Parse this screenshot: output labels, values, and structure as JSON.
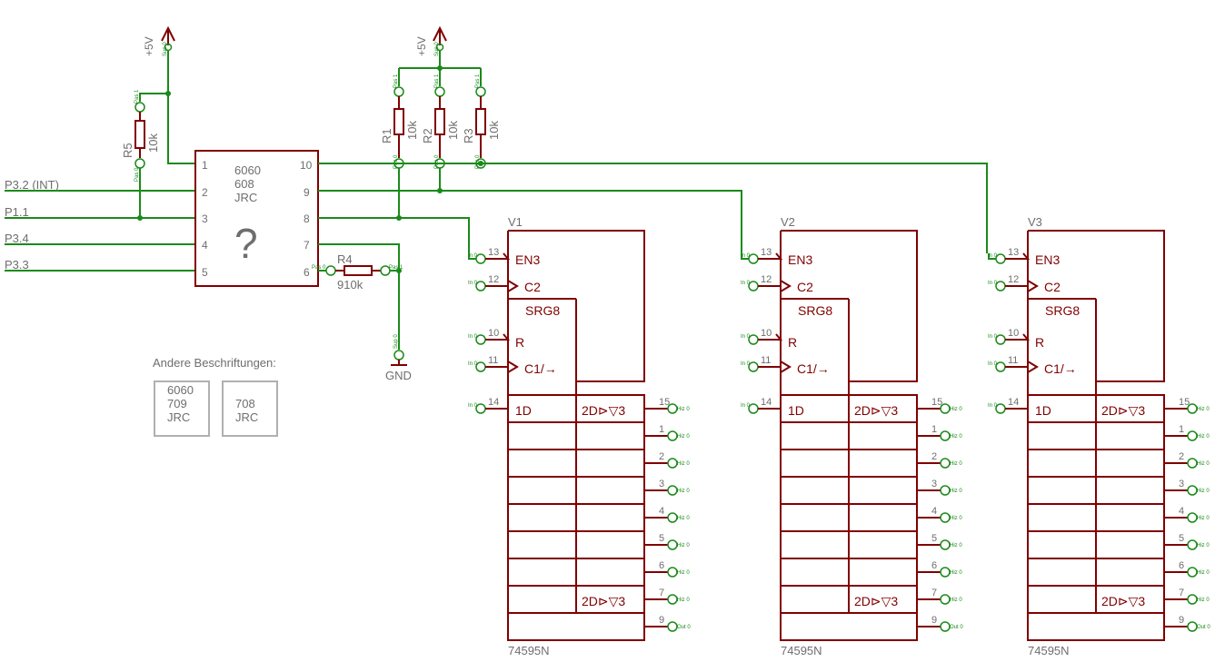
{
  "supply": {
    "label": "+5V",
    "gnd": "GND",
    "sup_tag": "Sup 0"
  },
  "ic": {
    "line1": "6060",
    "line2": "608",
    "line3": "JRC",
    "unknown": "?",
    "left_pins": [
      "1",
      "2",
      "3",
      "4",
      "5"
    ],
    "right_pins": [
      "10",
      "9",
      "8",
      "7",
      "6"
    ]
  },
  "ports": [
    "P3.2 (INT)",
    "P1.1",
    "P3.4",
    "P3.3"
  ],
  "resistors": [
    {
      "name": "R5",
      "value": "10k"
    },
    {
      "name": "R1",
      "value": "10k"
    },
    {
      "name": "R2",
      "value": "10k"
    },
    {
      "name": "R3",
      "value": "10k"
    },
    {
      "name": "R4",
      "value": "910k"
    }
  ],
  "pas_tags": {
    "p1": "Pas 1",
    "p0": "Pas 0"
  },
  "alt": {
    "heading": "Andere Beschriftungen:",
    "box1": [
      "6060",
      "709",
      "JRC"
    ],
    "box2": [
      "708",
      "JRC"
    ]
  },
  "chips": [
    {
      "name": "V1",
      "part": "74595N"
    },
    {
      "name": "V2",
      "part": "74595N"
    },
    {
      "name": "V3",
      "part": "74595N"
    }
  ],
  "chip_labels": {
    "en": "EN3",
    "clk2": "C2",
    "srg": "SRG8",
    "r": "R",
    "c1": "C1/→",
    "d1": "1D",
    "q": "2D⊳▽3"
  },
  "in_pins": [
    "13",
    "12",
    "10",
    "11",
    "14"
  ],
  "in_tag": "In 0",
  "out_pins": [
    "15",
    "1",
    "2",
    "3",
    "4",
    "5",
    "6",
    "7",
    "9"
  ],
  "out_tags": [
    "Hiz 0",
    "Hiz 0",
    "Hiz 0",
    "Hiz 0",
    "Hiz 0",
    "Hiz 0",
    "Hiz 0",
    "Hiz 0",
    "Out 0"
  ]
}
